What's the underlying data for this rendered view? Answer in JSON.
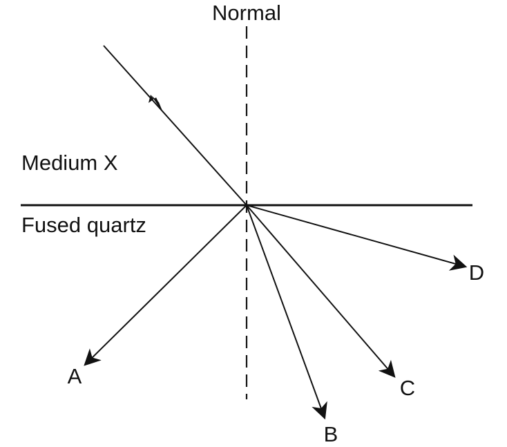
{
  "labels": {
    "normal": "Normal",
    "upper_medium": "Medium X",
    "lower_medium": "Fused quartz",
    "ray_a": "A",
    "ray_b": "B",
    "ray_c": "C",
    "ray_d": "D"
  },
  "colors": {
    "line": "#111111",
    "background": "#ffffff"
  }
}
